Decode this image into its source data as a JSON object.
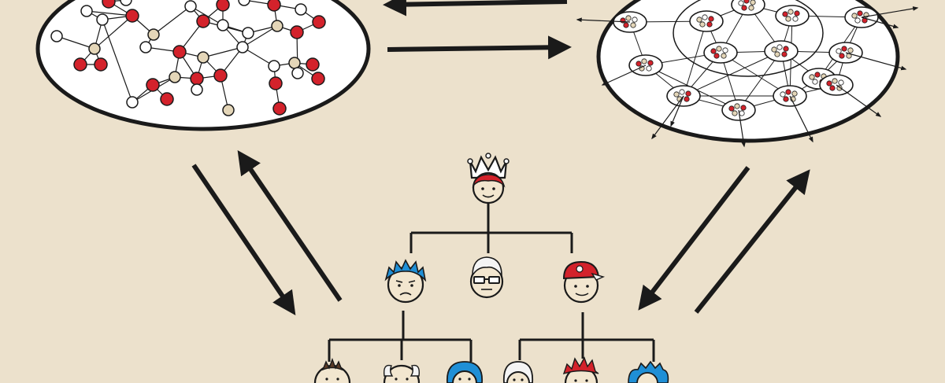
{
  "colors": {
    "background": "#ece1cc",
    "ink": "#1a1a1a",
    "node_red": "#d3222b",
    "node_tan": "#e4d6b8",
    "node_white": "#ffffff",
    "panel_fill": "#ffffff",
    "hair_blue": "#1f8fd6",
    "hair_red": "#d3222b",
    "hair_white": "#f4f4f4",
    "hair_brown": "#5a3a26",
    "hair_grey": "#c9c9c9",
    "crown_gold": "#e9c35a",
    "skin": "#f2e6cf"
  },
  "icons": [
    "network-graph-illustration",
    "clustered-network-illustration",
    "hierarchy-tree-illustration",
    "crown-icon",
    "cap-icon",
    "glasses-icon",
    "arrow-icon"
  ],
  "diagram": {
    "left_network": {
      "node_count": 40,
      "description_label": ""
    },
    "right_network": {
      "cluster_count": 14,
      "description_label": ""
    },
    "hierarchy": {
      "root": "crowned-person",
      "level1": [
        "blue-hair-person",
        "white-hair-glasses-person",
        "cap-person"
      ],
      "level2": [
        "spiky-brown-hair-person",
        "bald-white-hair-person",
        "blue-long-hair-person",
        "white-hair-person",
        "red-spiky-hair-person",
        "blue-spiky-hair-person"
      ]
    },
    "arrows": [
      {
        "from": "right_network",
        "to": "left_network"
      },
      {
        "from": "left_network",
        "to": "right_network"
      },
      {
        "from": "left_network",
        "to": "hierarchy"
      },
      {
        "from": "hierarchy",
        "to": "left_network"
      },
      {
        "from": "right_network",
        "to": "hierarchy"
      },
      {
        "from": "hierarchy",
        "to": "right_network"
      }
    ]
  }
}
